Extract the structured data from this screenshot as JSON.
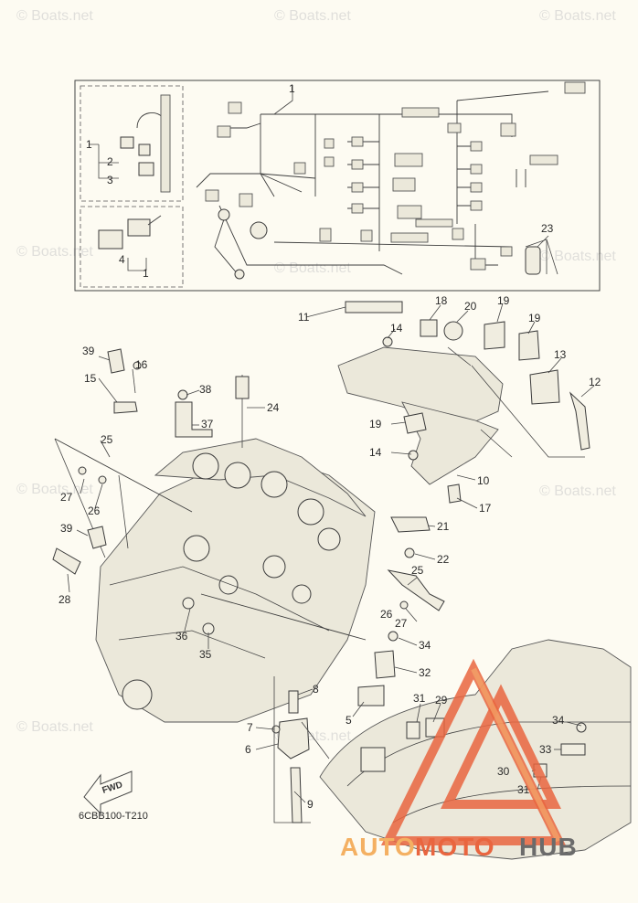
{
  "watermark_text": "© Boats.net",
  "diagram_code": "6CBB100-T210",
  "fwd_label": "FWD",
  "brand": {
    "part1": "AUTO",
    "part2": "MOTO",
    "part3": "HUB"
  },
  "callouts": [
    "1",
    "2",
    "3",
    "4",
    "5",
    "6",
    "7",
    "8",
    "9",
    "10",
    "11",
    "12",
    "13",
    "14",
    "15",
    "16",
    "17",
    "18",
    "19",
    "20",
    "21",
    "22",
    "23",
    "24",
    "25",
    "26",
    "27",
    "28",
    "29",
    "30",
    "31",
    "32",
    "33",
    "34",
    "35",
    "36",
    "37",
    "38",
    "39"
  ],
  "colors": {
    "background": "#fdfbf2",
    "line": "#444444",
    "brand_orange": "#f4b062",
    "brand_red": "#e9653f",
    "brand_gray": "#6b6b6b",
    "watermark": "#c9c9c9"
  }
}
